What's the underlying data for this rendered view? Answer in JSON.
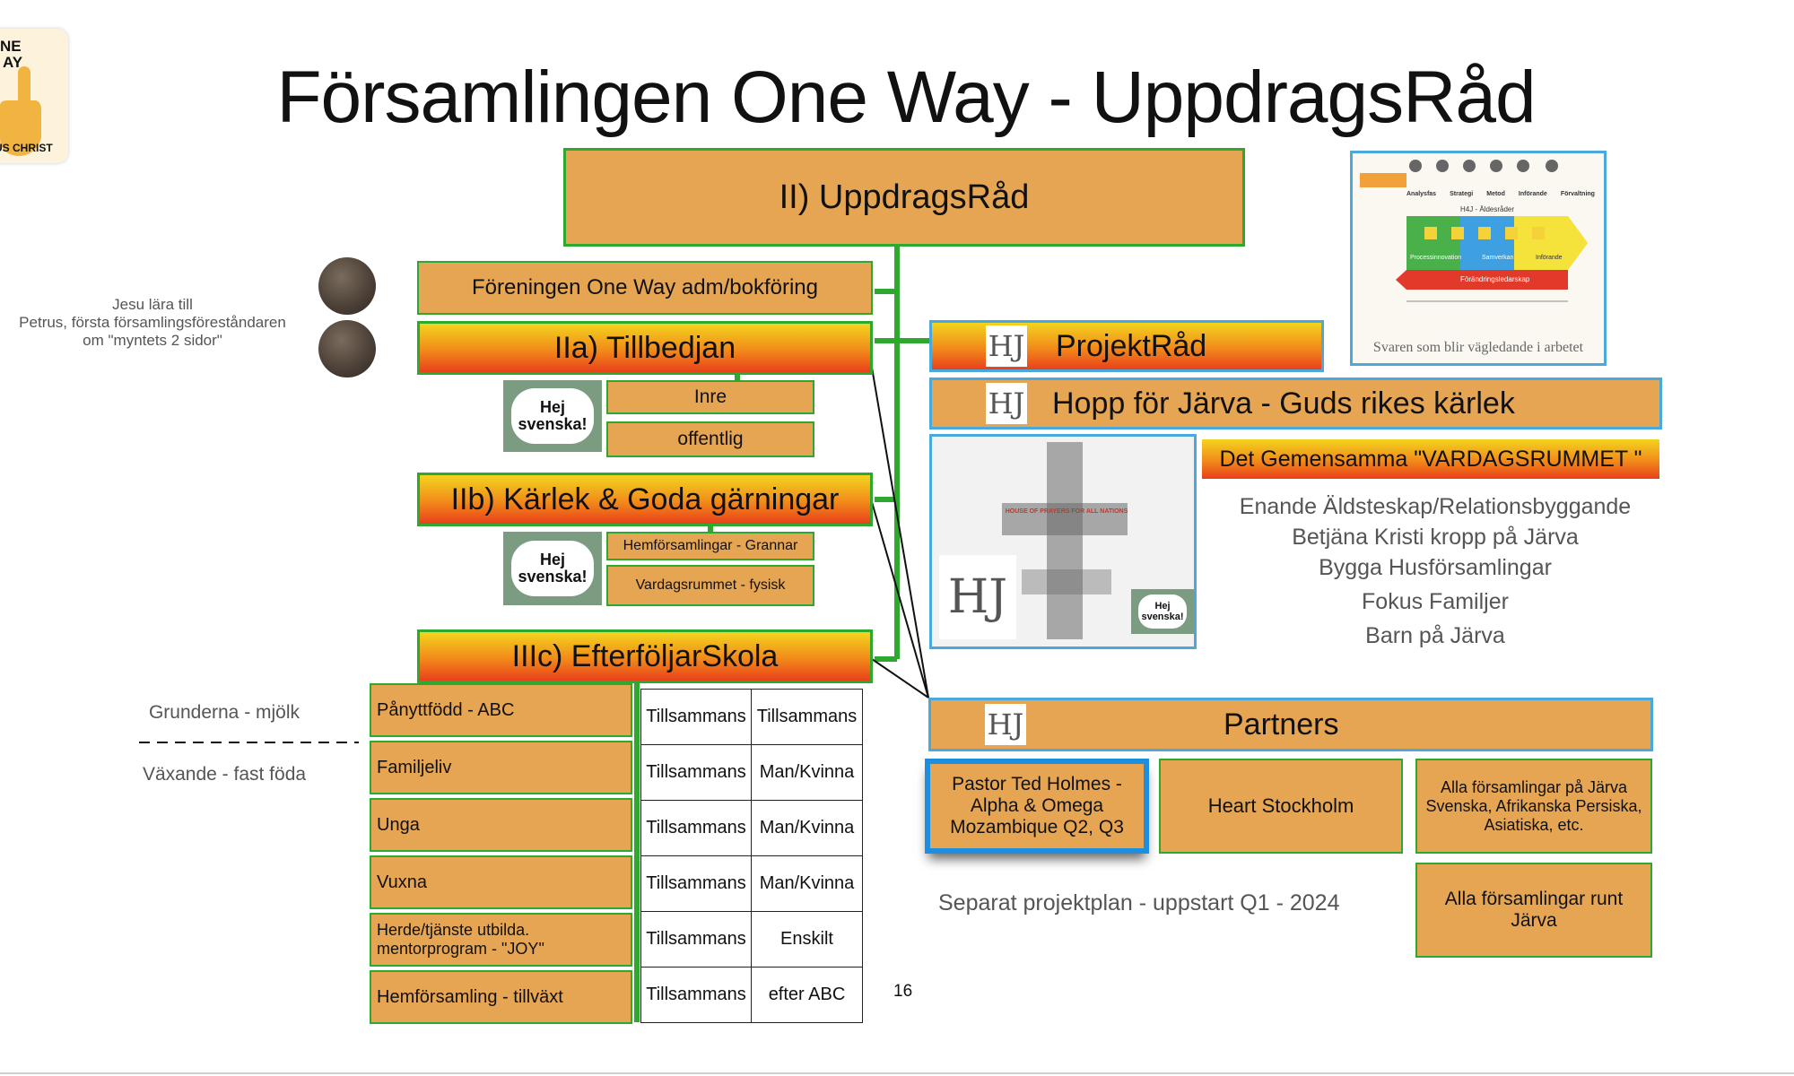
{
  "title": "Församlingen One Way - UppdragsRåd",
  "logo": {
    "line1": "NE",
    "line2": "AY",
    "bottom": "US CHRIST"
  },
  "main_box": "II) UppdragsRåd",
  "forening": "Föreningen One Way adm/bokföring",
  "tillbedjan": {
    "title": "IIa) Tillbedjan",
    "items": [
      "Inre",
      "offentlig"
    ]
  },
  "karlek": {
    "title": "IIb) Kärlek & Goda gärningar",
    "items": [
      "Hemförsamlingar - Grannar",
      "Vardagsrummet - fysisk"
    ]
  },
  "hej_badge": {
    "line1": "Hej",
    "line2": "svenska!"
  },
  "skola": {
    "title": "IIIc) EfterföljarSkola"
  },
  "coins_text": {
    "line1": "Jesu lära till",
    "line2": "Petrus, första församlingsföreståndaren",
    "line3": "om \"myntets 2 sidor\""
  },
  "grund": {
    "top": "Grunderna - mjölk",
    "bottom": "Växande - fast föda"
  },
  "courses": [
    {
      "name": "Pånyttfödd - ABC",
      "col1": "Tillsammans",
      "col2": "Tillsammans"
    },
    {
      "name": "Familjeliv",
      "col1": "Tillsammans",
      "col2": "Man/Kvinna"
    },
    {
      "name": "Unga",
      "col1": "Tillsammans",
      "col2": "Man/Kvinna"
    },
    {
      "name": "Vuxna",
      "col1": "Tillsammans",
      "col2": "Man/Kvinna"
    },
    {
      "name": "Herde/tjänste utbilda. mentorprogram - \"JOY\"",
      "col1": "Tillsammans",
      "col2": "Enskilt"
    },
    {
      "name": "Hemförsamling - tillväxt",
      "col1": "Tillsammans",
      "col2": "efter ABC"
    }
  ],
  "page_number": "16",
  "hj_mark": "HJ",
  "projektrad": "ProjektRåd",
  "process_image": {
    "caption": "Svaren som blir vägledande i arbetet",
    "steps": [
      "Analysfas",
      "Strategi",
      "Metod",
      "Införande",
      "Förvaltning"
    ],
    "arrows": [
      "H4J - Äldesråder",
      "Förändringsledarskap"
    ],
    "bubbles": [
      "Processinnovation",
      "Samverkan",
      "Införande"
    ]
  },
  "hopp": "Hopp för Järva - Guds rikes kärlek",
  "crowd_image": {
    "caption": "HOUSE OF PRAYERS FOR ALL NATIONS"
  },
  "vardagsrummet": "Det Gemensamma \"VARDAGSRUMMET \"",
  "hopp_list": [
    "Enande Äldsteskap/Relationsbyggande",
    "Betjäna Kristi kropp på Järva",
    "Bygga Husförsamlingar",
    "Fokus Familjer",
    "Barn på Järva"
  ],
  "partners": {
    "title": "Partners",
    "ted": "Pastor Ted Holmes - Alpha & Omega Mozambique Q2, Q3",
    "heart": "Heart Stockholm",
    "alla_jarva": "Alla församlingar på Järva Svenska, Afrikanska Persiska, Asiatiska, etc.",
    "alla_runt": "Alla församlingar runt Järva",
    "separat": "Separat projektplan - uppstart Q1 - 2024"
  }
}
